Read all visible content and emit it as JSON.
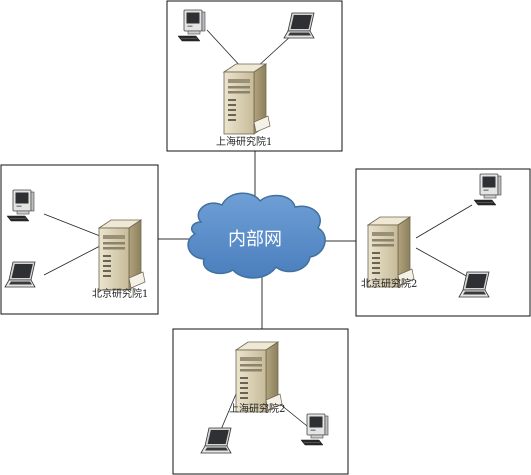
{
  "network": {
    "label": "内部网",
    "fill_color": "#5b8fc9",
    "stroke_color": "#41719c"
  },
  "sites": [
    {
      "id": "shanghai-1",
      "label": "上海研究院1",
      "devices": [
        "desktop-computer",
        "laptop",
        "server"
      ]
    },
    {
      "id": "beijing-1",
      "label": "北京研究院1",
      "devices": [
        "desktop-computer",
        "laptop",
        "server"
      ]
    },
    {
      "id": "beijing-2",
      "label": "北京研究院2",
      "devices": [
        "desktop-computer",
        "laptop",
        "server"
      ]
    },
    {
      "id": "shanghai-2",
      "label": "上海研究院2",
      "devices": [
        "desktop-computer",
        "laptop",
        "server"
      ]
    }
  ]
}
